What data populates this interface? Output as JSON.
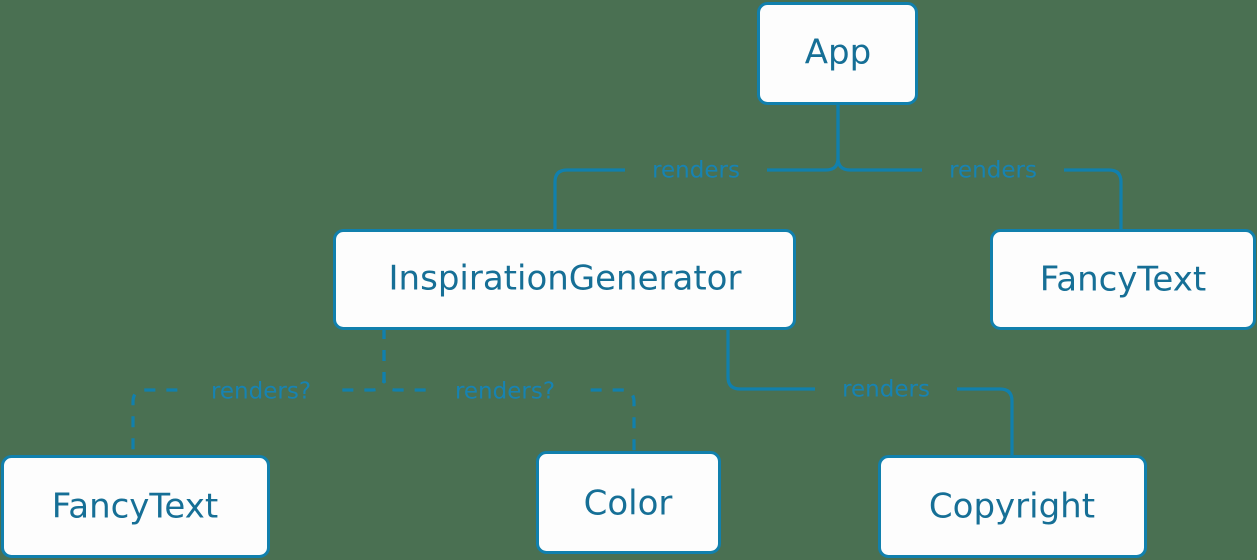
{
  "diagram": {
    "type": "component-tree",
    "background_color": "#4a7052",
    "node_fill_color": "#fdfdfd",
    "node_border_color": "#1180ad",
    "node_text_color": "#166f96",
    "edge_color": "#1180ad",
    "edge_label_color": "#1783b2",
    "nodes": [
      {
        "id": "app",
        "label": "App"
      },
      {
        "id": "inspiration-generator",
        "label": "InspirationGenerator"
      },
      {
        "id": "fancytext-right",
        "label": "FancyText"
      },
      {
        "id": "fancytext-bottom",
        "label": "FancyText"
      },
      {
        "id": "color",
        "label": "Color"
      },
      {
        "id": "copyright",
        "label": "Copyright"
      }
    ],
    "edges": [
      {
        "from": "app",
        "to": "inspiration-generator",
        "label": "renders",
        "style": "solid"
      },
      {
        "from": "app",
        "to": "fancytext-right",
        "label": "renders",
        "style": "solid"
      },
      {
        "from": "inspiration-generator",
        "to": "fancytext-bottom",
        "label": "renders?",
        "style": "dashed"
      },
      {
        "from": "inspiration-generator",
        "to": "color",
        "label": "renders?",
        "style": "dashed"
      },
      {
        "from": "inspiration-generator",
        "to": "copyright",
        "label": "renders",
        "style": "solid"
      }
    ]
  }
}
